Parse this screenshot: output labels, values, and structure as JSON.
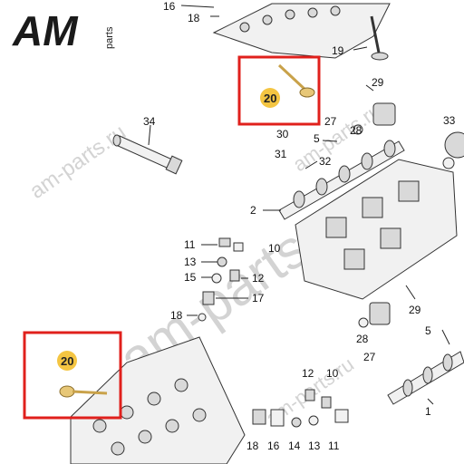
{
  "logo": {
    "mark": "AM",
    "sub": "parts"
  },
  "watermarks": [
    "am-parts.ru",
    "am-parts.ru",
    "am-parts.ru",
    "am-parts.ru"
  ],
  "highlight": {
    "label": "20",
    "color": "#f4c542",
    "box_color": "#e0201c"
  },
  "callouts": {
    "c16": "16",
    "c18a": "18",
    "c19": "19",
    "c29a": "29",
    "c27a": "27",
    "c28a": "28",
    "c34": "34",
    "c30": "30",
    "c5a": "5",
    "c31": "31",
    "c32": "32",
    "c33": "33",
    "c2": "2",
    "c11a": "11",
    "c10a": "10",
    "c13a": "13",
    "c15": "15",
    "c12a": "12",
    "c17": "17",
    "c18b": "18",
    "c29b": "29",
    "c28b": "28",
    "c27b": "27",
    "c5b": "5",
    "c1": "1",
    "c12b": "12",
    "c10b": "10",
    "c18c": "18",
    "c16b": "16",
    "c14": "14",
    "c13b": "13",
    "c11b": "11"
  }
}
